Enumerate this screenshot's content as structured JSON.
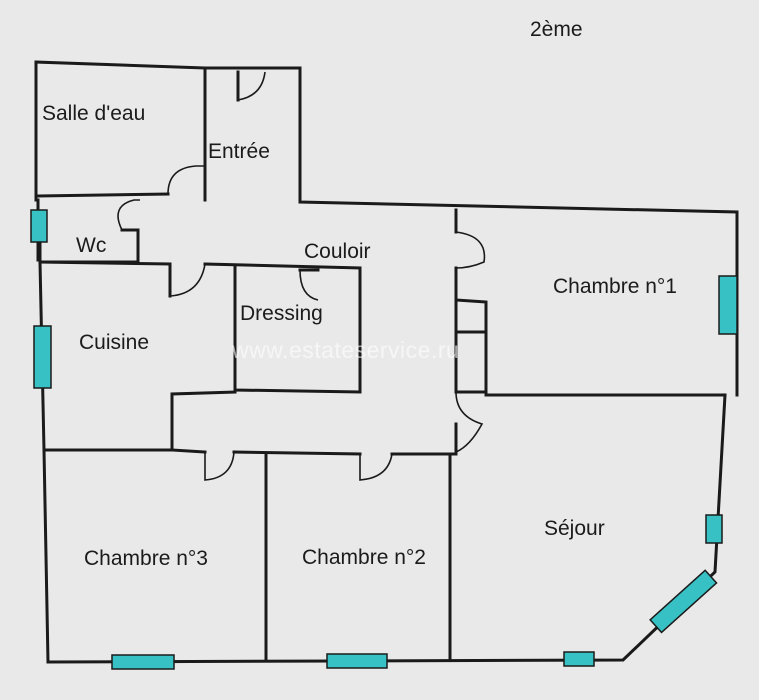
{
  "floor_label": "2ème",
  "watermark": "www.estateservice.ru",
  "rooms": {
    "salle_eau": "Salle d'eau",
    "entree": "Entrée",
    "wc": "Wc",
    "couloir": "Couloir",
    "chambre1": "Chambre n°1",
    "dressing": "Dressing",
    "cuisine": "Cuisine",
    "sejour": "Séjour",
    "chambre3": "Chambre n°3",
    "chambre2": "Chambre n°2"
  },
  "colors": {
    "background": "#e9e9e9",
    "wall": "#1a1a1a",
    "window": "#37c1c4"
  }
}
